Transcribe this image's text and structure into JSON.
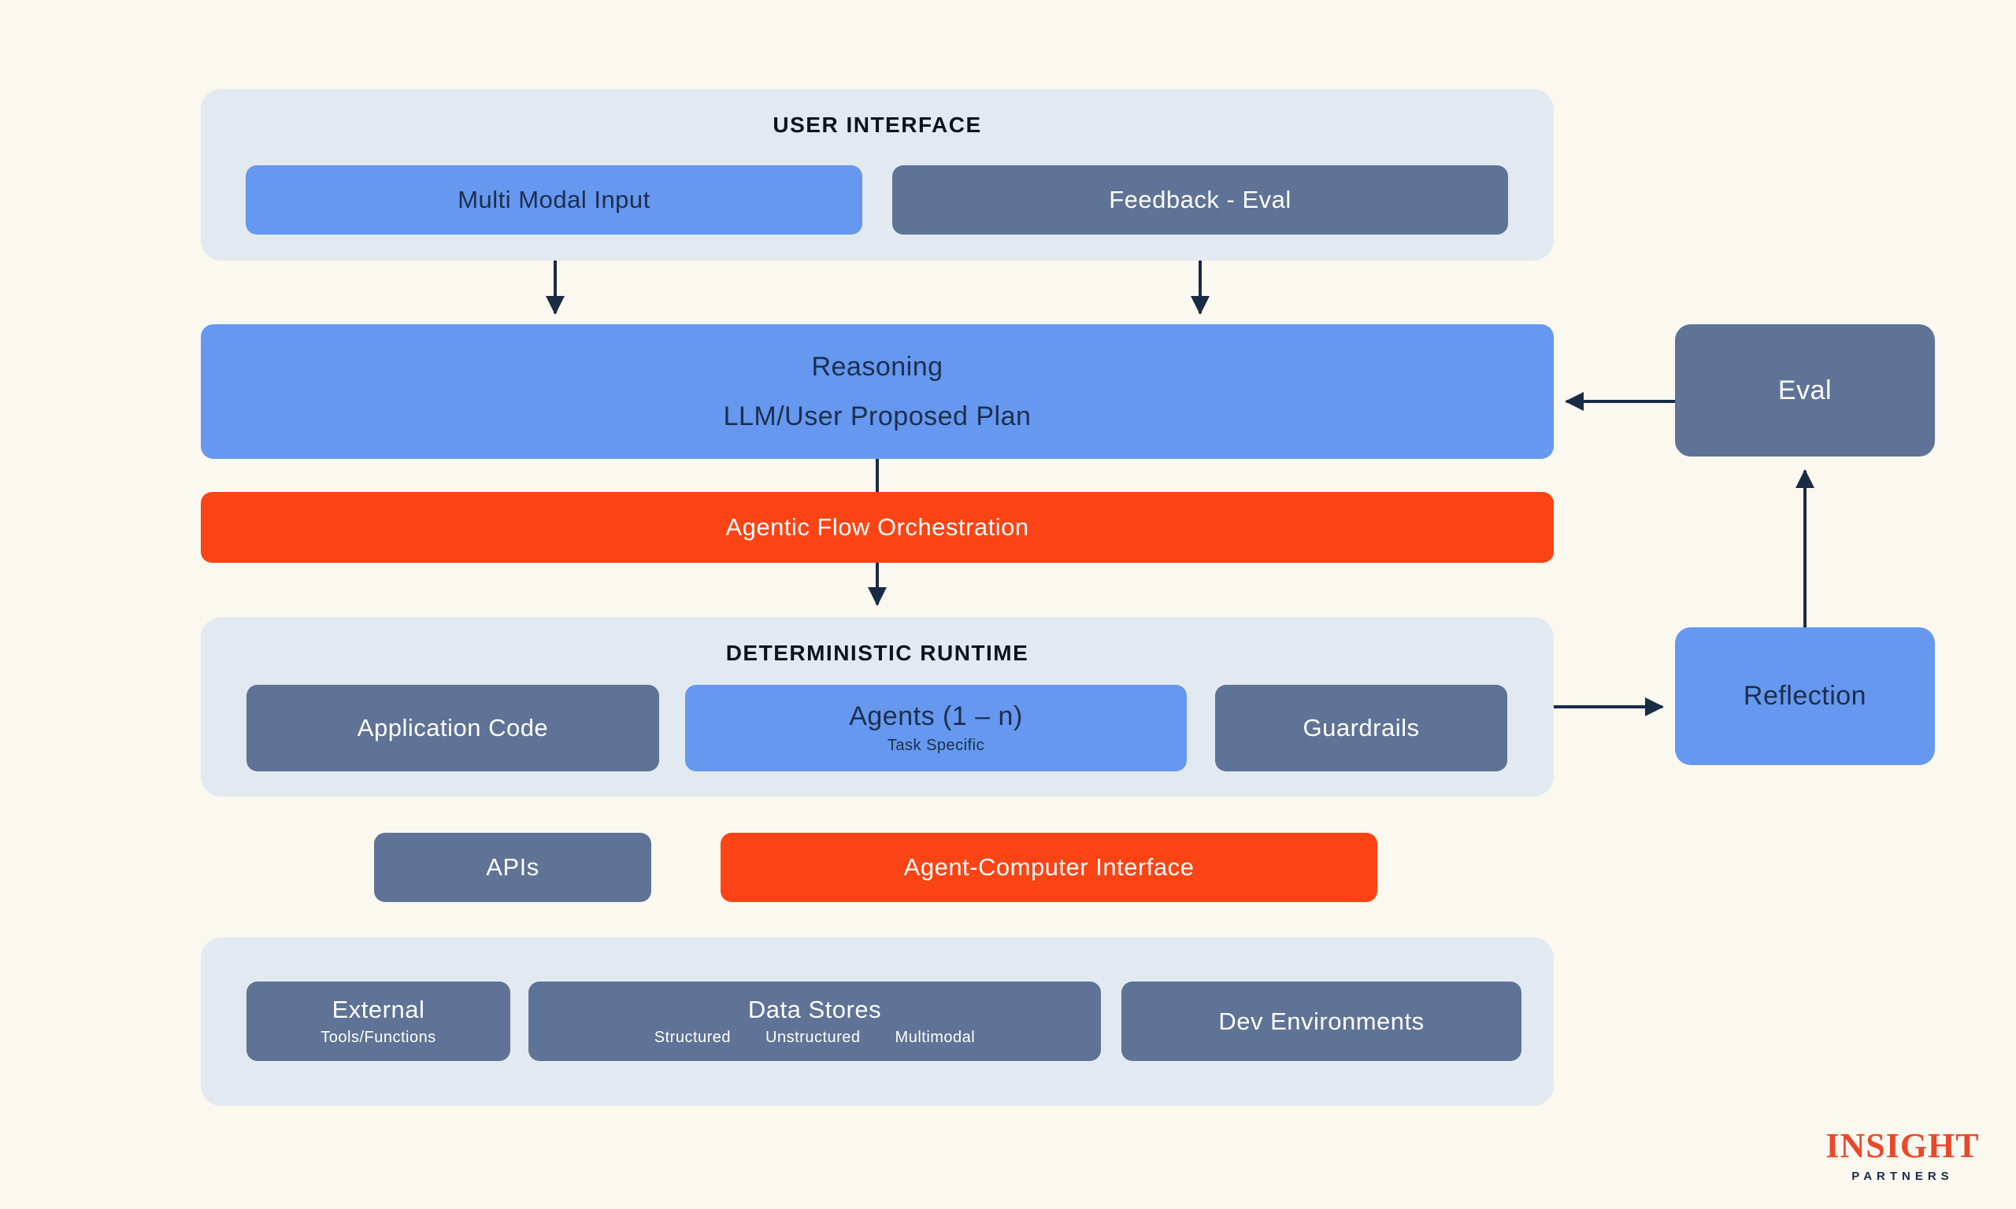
{
  "colors": {
    "background": "#FBF8F0",
    "container": "#E3E9F0",
    "blue": "#6598EE",
    "slate": "#5E7395",
    "orange": "#FB4415",
    "navy_text": "#1D2E4E",
    "arrow": "#1A2B44",
    "title_text": "#0C111C",
    "white": "#FFFFFF",
    "logo_orange": "#E8492B",
    "logo_navy": "#1A2B4A"
  },
  "user_interface": {
    "title": "USER INTERFACE",
    "multi_modal_input": "Multi Modal Input",
    "feedback_eval": "Feedback - Eval"
  },
  "reasoning": {
    "line1": "Reasoning",
    "line2": "LLM/User Proposed Plan"
  },
  "agentic_flow_orchestration": "Agentic Flow Orchestration",
  "deterministic_runtime": {
    "title": "DETERMINISTIC RUNTIME",
    "application_code": "Application Code",
    "agents_title": "Agents (1 – n)",
    "agents_subtitle": "Task Specific",
    "guardrails": "Guardrails"
  },
  "feedback_loop": {
    "eval": "Eval",
    "reflection": "Reflection"
  },
  "interfaces": {
    "apis": "APIs",
    "agent_computer_interface": "Agent-Computer Interface"
  },
  "infrastructure": {
    "external_title": "External",
    "external_subtitle": "Tools/Functions",
    "data_stores_title": "Data Stores",
    "data_stores_subtitle": [
      "Structured",
      "Unstructured",
      "Multimodal"
    ],
    "dev_environments": "Dev Environments"
  },
  "logo": {
    "primary": "INSIGHT",
    "secondary": "PARTNERS"
  }
}
